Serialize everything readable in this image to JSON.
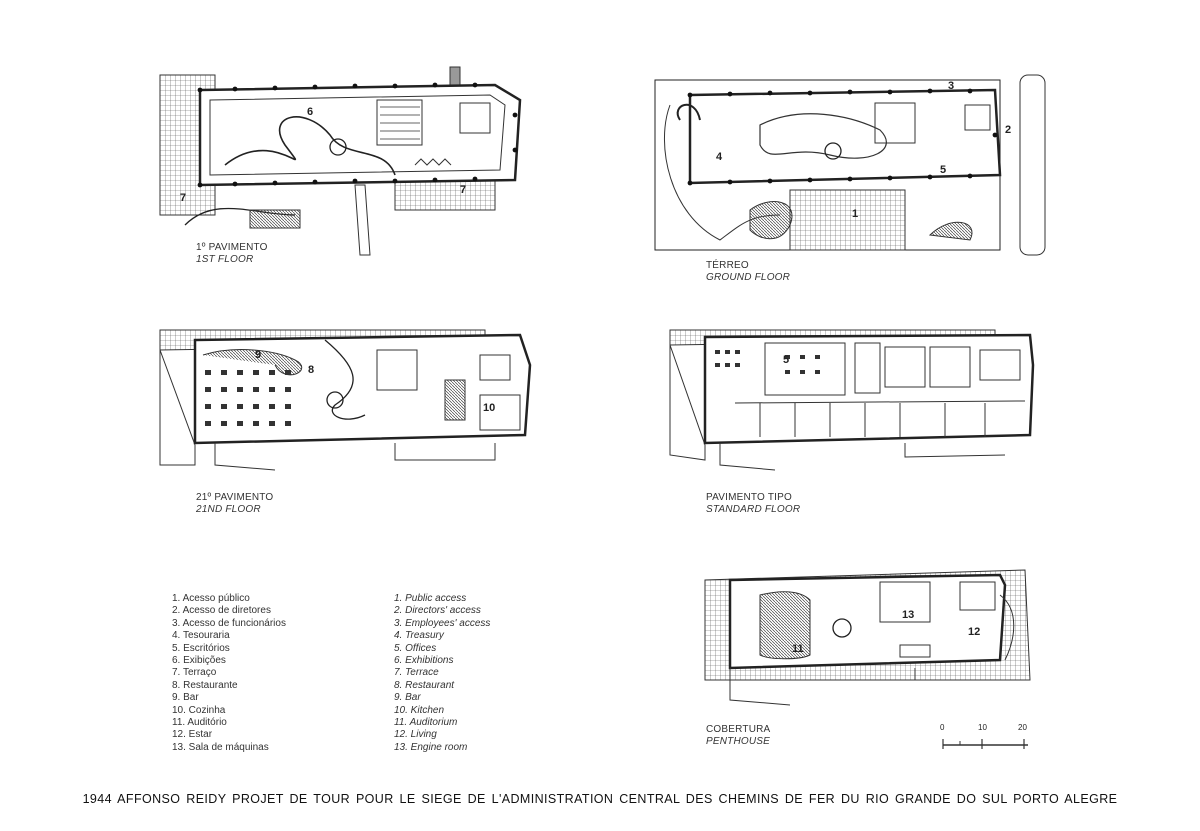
{
  "plans": {
    "first_floor": {
      "pt": "1º PAVIMENTO",
      "en": "1ST FLOOR",
      "labels": [
        "6",
        "7",
        "7"
      ]
    },
    "ground_floor": {
      "pt": "TÉRREO",
      "en": "GROUND FLOOR",
      "labels": [
        "3",
        "2",
        "4",
        "5",
        "1"
      ]
    },
    "floor_21": {
      "pt": "21º PAVIMENTO",
      "en": "21ND FLOOR",
      "labels": [
        "9",
        "8",
        "10"
      ]
    },
    "standard_floor": {
      "pt": "PAVIMENTO TIPO",
      "en": "STANDARD FLOOR",
      "labels": [
        "5"
      ]
    },
    "penthouse": {
      "pt": "COBERTURA",
      "en": "PENTHOUSE",
      "labels": [
        "13",
        "12",
        "11"
      ]
    }
  },
  "legend_pt": [
    "1. Acesso público",
    "2. Acesso de diretores",
    "3. Acesso de funcionários",
    "4. Tesouraria",
    "5. Escritórios",
    "6. Exibições",
    "7. Terraço",
    "8. Restaurante",
    "9. Bar",
    "10. Cozinha",
    "11. Auditório",
    "12. Estar",
    "13. Sala de máquinas"
  ],
  "legend_en": [
    "1. Public access",
    "2. Directors' access",
    "3. Employees' access",
    "4. Treasury",
    "5. Offices",
    "6. Exhibitions",
    "7. Terrace",
    "8. Restaurant",
    "9. Bar",
    "10. Kitchen",
    "11. Auditorium",
    "12. Living",
    "13. Engine room"
  ],
  "scale": {
    "ticks": [
      "0",
      "10",
      "20"
    ]
  },
  "footer": "1944 AFFONSO REIDY PROJET DE TOUR POUR LE SIEGE DE L'ADMINISTRATION CENTRAL DES CHEMINS DE FER DU RIO GRANDE DO SUL PORTO ALEGRE"
}
